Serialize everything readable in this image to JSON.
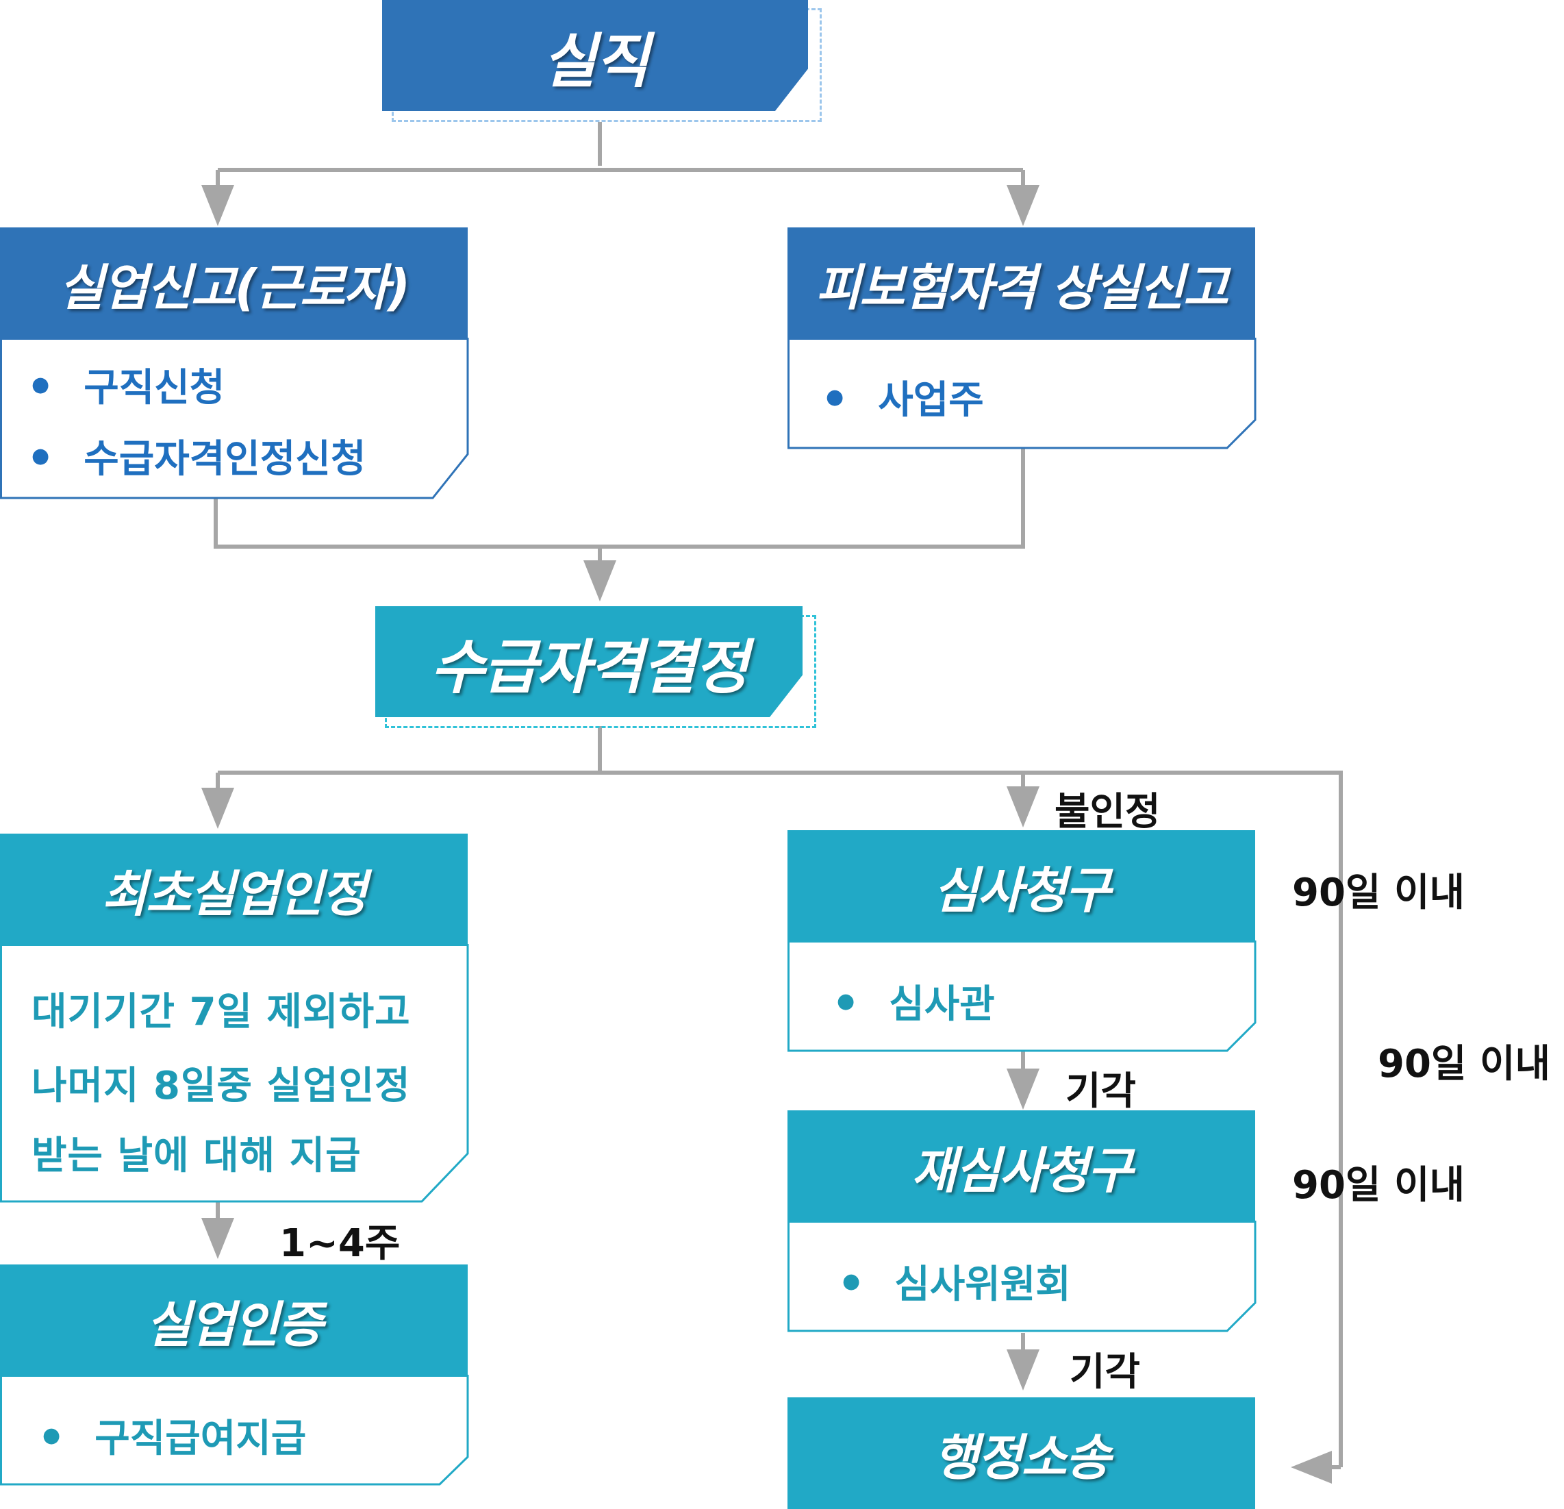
{
  "nodes": {
    "unemployment": {
      "title": "실직"
    },
    "report_worker": {
      "title": "실업신고(근로자)",
      "items": [
        "구직신청",
        "수급자격인정신청"
      ]
    },
    "report_employer": {
      "title": "피보험자격 상실신고",
      "items": [
        "사업주"
      ]
    },
    "eligibility": {
      "title": "수급자격결정"
    },
    "first_recognition": {
      "title": "최초실업인정",
      "lines": [
        "대기기간 7일 제외하고",
        "나머지 8일중 실업인정",
        "받는 날에 대해 지급"
      ]
    },
    "recognition": {
      "title": "실업인증",
      "items": [
        "구직급여지급"
      ]
    },
    "review_request": {
      "title": "심사청구",
      "items": [
        "심사관"
      ]
    },
    "re_review_request": {
      "title": "재심사청구",
      "items": [
        "심사위원회"
      ]
    },
    "lawsuit": {
      "title": "행정소송"
    }
  },
  "edge_labels": {
    "not_recognized": "불인정",
    "weeks": "1~4주",
    "rejected_1": "기각",
    "rejected_2": "기각",
    "within_90_a": "90일 이내",
    "within_90_b": "90일 이내",
    "within_90_c": "90일 이내"
  },
  "colors": {
    "blue_header": "#2f73b7",
    "teal_header": "#21a9c6",
    "connector": "#a6a6a6",
    "blue_text": "#1f6fbf",
    "teal_text": "#1e9ab5"
  }
}
